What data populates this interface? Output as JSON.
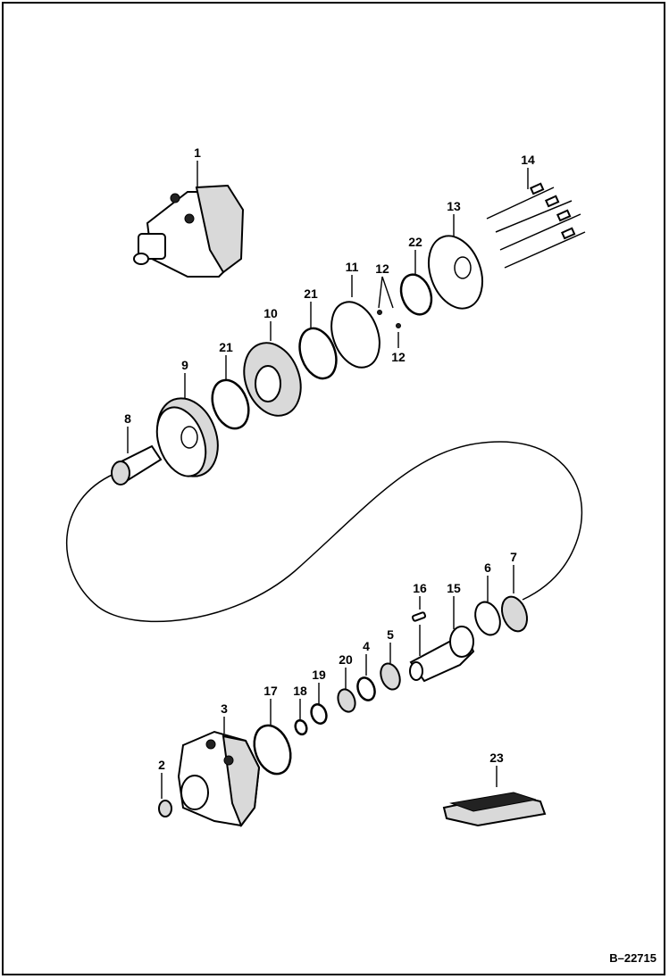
{
  "reference": "B–22715",
  "callouts": [
    {
      "id": "c1",
      "text": "1"
    },
    {
      "id": "c2",
      "text": "2"
    },
    {
      "id": "c3",
      "text": "3"
    },
    {
      "id": "c4",
      "text": "4"
    },
    {
      "id": "c5",
      "text": "5"
    },
    {
      "id": "c6",
      "text": "6"
    },
    {
      "id": "c7",
      "text": "7"
    },
    {
      "id": "c8",
      "text": "8"
    },
    {
      "id": "c9",
      "text": "9"
    },
    {
      "id": "c10",
      "text": "10"
    },
    {
      "id": "c11",
      "text": "11"
    },
    {
      "id": "c12a",
      "text": "12"
    },
    {
      "id": "c12b",
      "text": "12"
    },
    {
      "id": "c13",
      "text": "13"
    },
    {
      "id": "c14",
      "text": "14"
    },
    {
      "id": "c15",
      "text": "15"
    },
    {
      "id": "c16",
      "text": "16"
    },
    {
      "id": "c17",
      "text": "17"
    },
    {
      "id": "c18",
      "text": "18"
    },
    {
      "id": "c19",
      "text": "19"
    },
    {
      "id": "c20",
      "text": "20"
    },
    {
      "id": "c21a",
      "text": "21"
    },
    {
      "id": "c21b",
      "text": "21"
    },
    {
      "id": "c22",
      "text": "22"
    },
    {
      "id": "c23",
      "text": "23"
    }
  ]
}
